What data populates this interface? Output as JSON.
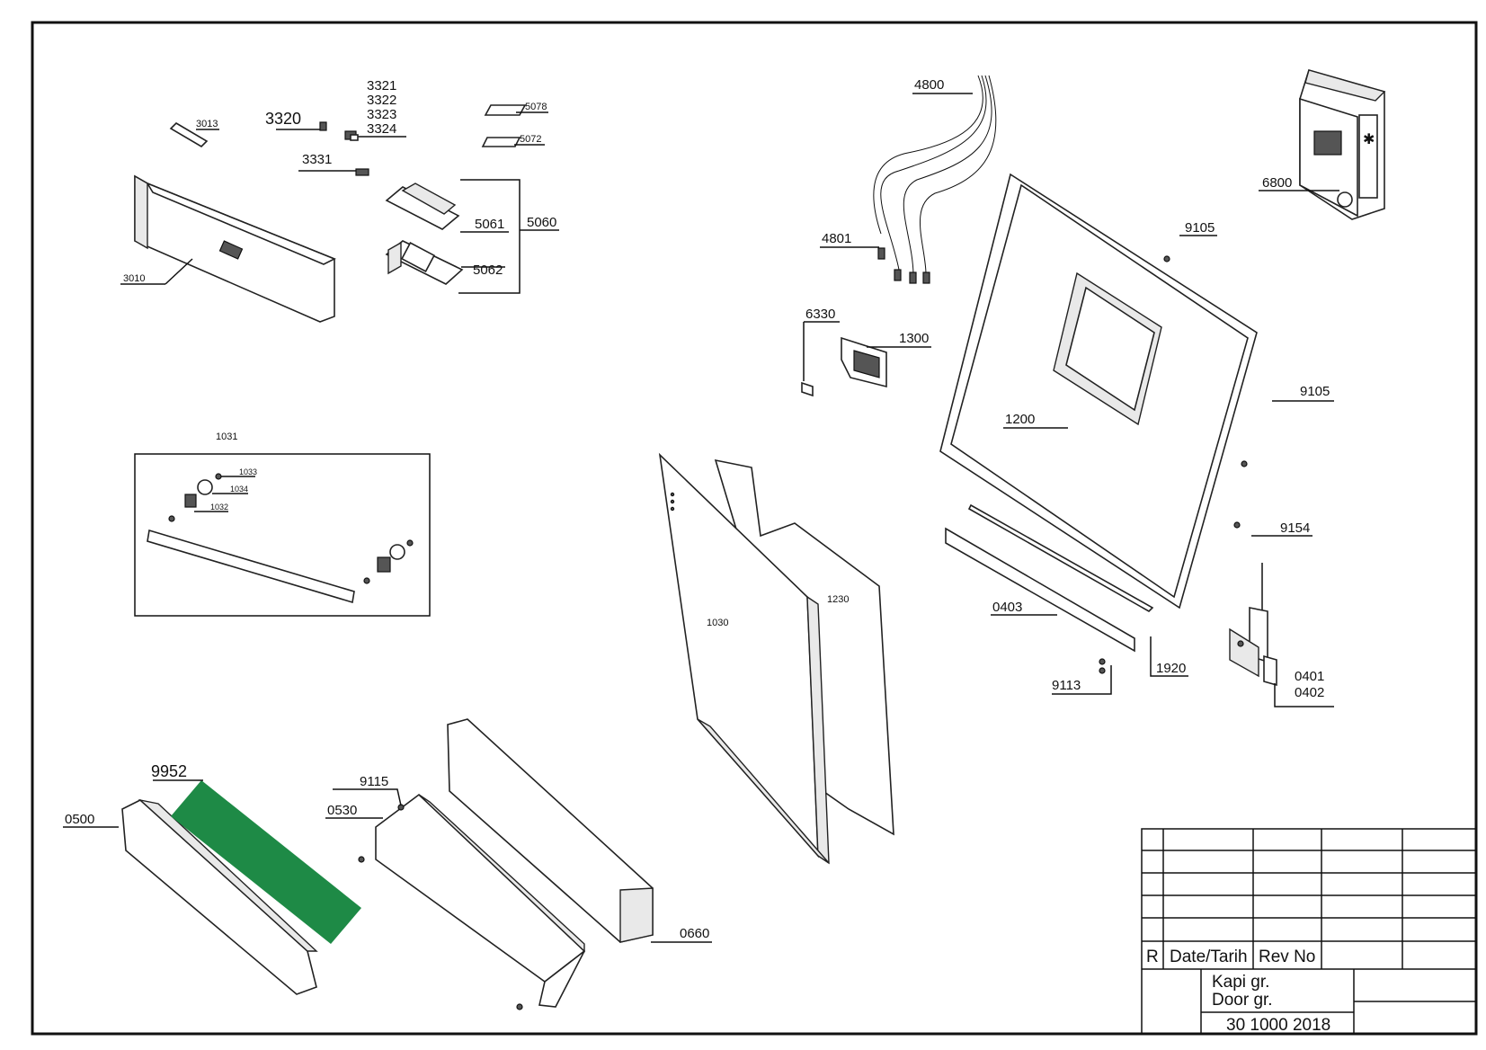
{
  "drawing": {
    "labels": {
      "p3013": "3013",
      "p3320": "3320",
      "p3321": "3321",
      "p3322": "3322",
      "p3323": "3323",
      "p3324": "3324",
      "p3331": "3331",
      "p5078": "5078",
      "p5072": "5072",
      "p5060": "5060",
      "p5061": "5061",
      "p5062": "5062",
      "p3010": "3010",
      "p1031": "1031",
      "p1033": "1033",
      "p1034": "1034",
      "p1032": "1032",
      "p4800": "4800",
      "p4801": "4801",
      "p6800": "6800",
      "p9105a": "9105",
      "p9105b": "9105",
      "p6330": "6330",
      "p1300": "1300",
      "p1200": "1200",
      "p9154": "9154",
      "p1030": "1030",
      "p1230": "1230",
      "p0403": "0403",
      "p1920": "1920",
      "p9113": "9113",
      "p0401": "0401",
      "p0402": "0402",
      "p9952": "9952",
      "p0500": "0500",
      "p9115": "9115",
      "p0530": "0530",
      "p0660": "0660"
    },
    "highlight_color": "#1e8a46"
  },
  "title_block": {
    "rev_col": "R",
    "date_col": "Date/Tarih",
    "revno_col": "Rev No",
    "title_tr": "Kapi gr.",
    "title_en": "Door gr.",
    "drawing_no": "30 1000 2018"
  }
}
